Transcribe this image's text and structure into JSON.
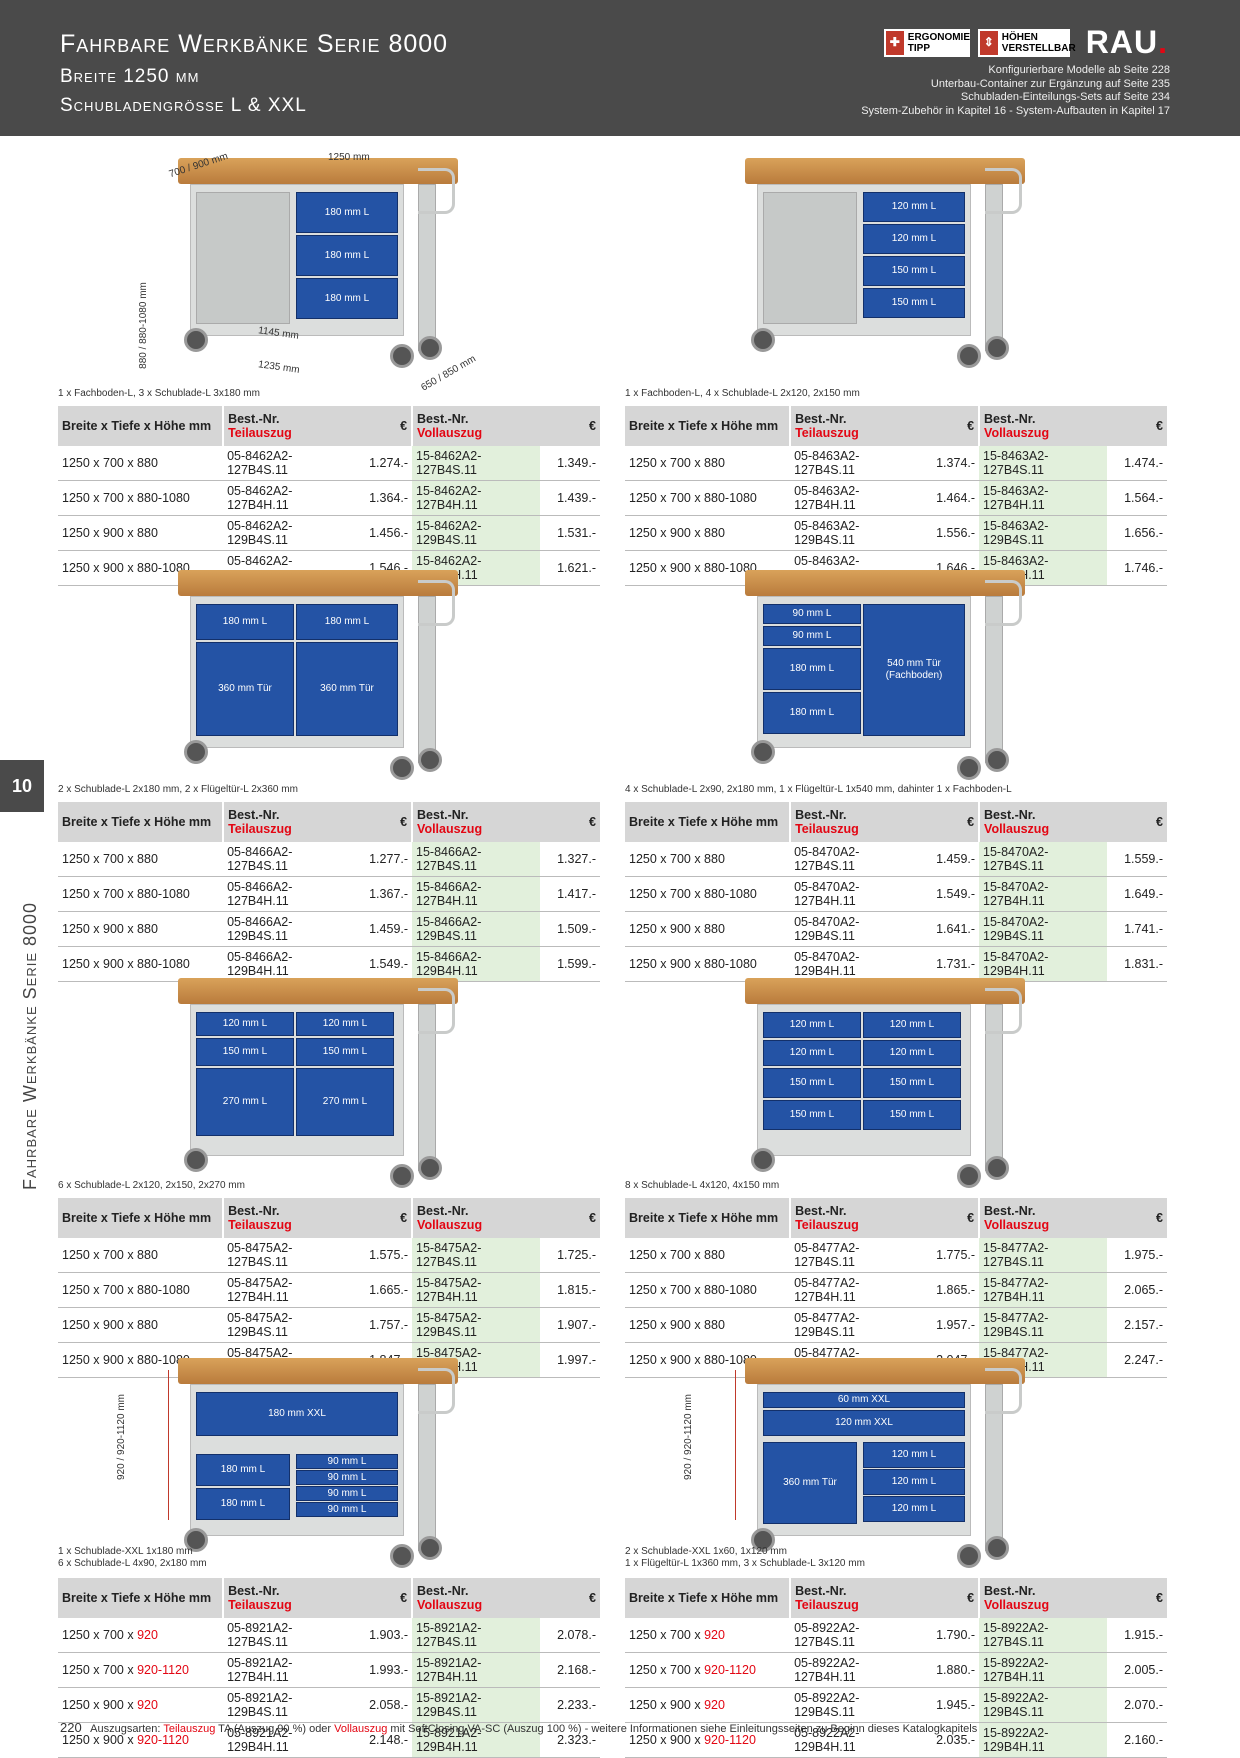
{
  "header": {
    "title": "Fahrbare Werkbänke Serie 8000",
    "subtitle1": "Breite 1250 mm",
    "subtitle2": "Schubladengrösse L & XXL",
    "badge1": "ERGONOMIE TIPP",
    "badge2": "HÖHEN VERSTELLBAR",
    "logo": "RAU",
    "notes": [
      "Konfigurierbare Modelle ab Seite 228",
      "Unterbau-Container zur Ergänzung auf Seite 235",
      "Schubladen-Einteilungs-Sets auf Seite 234",
      "System-Zubehör in Kapitel 16 - System-Aufbauten in Kapitel 17"
    ]
  },
  "side": {
    "tab": "10",
    "text": "Fahrbare Werkbänke Serie 8000"
  },
  "table_headers": {
    "dims": "Breite x Tiefe x Höhe mm",
    "best": "Best.-Nr. ",
    "teil": "Teilauszug",
    "voll": "Vollauszug",
    "euro": "€"
  },
  "dimensions": {
    "w1": "1250 mm",
    "d1": "700 / 900 mm",
    "h1": "880 / 880-1080 mm",
    "i1": "1145 mm",
    "i2": "1235 mm",
    "d2": "650 / 850 mm",
    "h2": "920 / 920-1120 mm"
  },
  "products": [
    {
      "caption": "1 x Fachboden-L, 3 x Schublade-L 3x180 mm",
      "drawers": [
        "180 mm L",
        "180 mm L",
        "180 mm L"
      ],
      "rows": [
        [
          "1250 x 700 x 880",
          "05-8462A2-127B4S.11",
          "1.274.-",
          "15-8462A2-127B4S.11",
          "1.349.-"
        ],
        [
          "1250 x 700 x 880-1080",
          "05-8462A2-127B4H.11",
          "1.364.-",
          "15-8462A2-127B4H.11",
          "1.439.-"
        ],
        [
          "1250 x 900 x 880",
          "05-8462A2-129B4S.11",
          "1.456.-",
          "15-8462A2-129B4S.11",
          "1.531.-"
        ],
        [
          "1250 x 900 x 880-1080",
          "05-8462A2-129B4H.11",
          "1.546.-",
          "15-8462A2-129B4H.11",
          "1.621.-"
        ]
      ]
    },
    {
      "caption": "1 x Fachboden-L, 4 x Schublade-L 2x120, 2x150 mm",
      "drawers": [
        "120 mm L",
        "120 mm L",
        "150 mm L",
        "150 mm L"
      ],
      "rows": [
        [
          "1250 x 700 x 880",
          "05-8463A2-127B4S.11",
          "1.374.-",
          "15-8463A2-127B4S.11",
          "1.474.-"
        ],
        [
          "1250 x 700 x 880-1080",
          "05-8463A2-127B4H.11",
          "1.464.-",
          "15-8463A2-127B4H.11",
          "1.564.-"
        ],
        [
          "1250 x 900 x 880",
          "05-8463A2-129B4S.11",
          "1.556.-",
          "15-8463A2-129B4S.11",
          "1.656.-"
        ],
        [
          "1250 x 900 x 880-1080",
          "05-8463A2-129B4H.11",
          "1.646.-",
          "15-8463A2-129B4H.11",
          "1.746.-"
        ]
      ]
    },
    {
      "caption": "2 x Schublade-L 2x180 mm, 2 x Flügeltür-L 2x360 mm",
      "drawers": [
        "180 mm L",
        "180 mm L",
        "360 mm Tür",
        "360 mm Tür"
      ],
      "rows": [
        [
          "1250 x 700 x 880",
          "05-8466A2-127B4S.11",
          "1.277.-",
          "15-8466A2-127B4S.11",
          "1.327.-"
        ],
        [
          "1250 x 700 x 880-1080",
          "05-8466A2-127B4H.11",
          "1.367.-",
          "15-8466A2-127B4H.11",
          "1.417.-"
        ],
        [
          "1250 x 900 x 880",
          "05-8466A2-129B4S.11",
          "1.459.-",
          "15-8466A2-129B4S.11",
          "1.509.-"
        ],
        [
          "1250 x 900 x 880-1080",
          "05-8466A2-129B4H.11",
          "1.549.-",
          "15-8466A2-129B4H.11",
          "1.599.-"
        ]
      ]
    },
    {
      "caption": "4 x Schublade-L 2x90, 2x180 mm, 1 x Flügeltür-L 1x540 mm, dahinter 1 x Fachboden-L",
      "drawers": [
        "90 mm L",
        "90 mm L",
        "180 mm L",
        "180 mm L",
        "540 mm Tür (Fachboden)"
      ],
      "rows": [
        [
          "1250 x 700 x 880",
          "05-8470A2-127B4S.11",
          "1.459.-",
          "15-8470A2-127B4S.11",
          "1.559.-"
        ],
        [
          "1250 x 700 x 880-1080",
          "05-8470A2-127B4H.11",
          "1.549.-",
          "15-8470A2-127B4H.11",
          "1.649.-"
        ],
        [
          "1250 x 900 x 880",
          "05-8470A2-129B4S.11",
          "1.641.-",
          "15-8470A2-129B4S.11",
          "1.741.-"
        ],
        [
          "1250 x 900 x 880-1080",
          "05-8470A2-129B4H.11",
          "1.731.-",
          "15-8470A2-129B4H.11",
          "1.831.-"
        ]
      ]
    },
    {
      "caption": "6 x Schublade-L 2x120, 2x150, 2x270 mm",
      "drawers": [
        "120 mm L",
        "150 mm L",
        "270 mm L",
        "120 mm L",
        "150 mm L",
        "270 mm L"
      ],
      "rows": [
        [
          "1250 x 700 x 880",
          "05-8475A2-127B4S.11",
          "1.575.-",
          "15-8475A2-127B4S.11",
          "1.725.-"
        ],
        [
          "1250 x 700 x 880-1080",
          "05-8475A2-127B4H.11",
          "1.665.-",
          "15-8475A2-127B4H.11",
          "1.815.-"
        ],
        [
          "1250 x 900 x 880",
          "05-8475A2-129B4S.11",
          "1.757.-",
          "15-8475A2-129B4S.11",
          "1.907.-"
        ],
        [
          "1250 x 900 x 880-1080",
          "05-8475A2-129B4H.11",
          "1.847.-",
          "15-8475A2-129B4H.11",
          "1.997.-"
        ]
      ]
    },
    {
      "caption": "8 x Schublade-L 4x120, 4x150 mm",
      "drawers": [
        "120 mm L",
        "120 mm L",
        "150 mm L",
        "150 mm L",
        "120 mm L",
        "120 mm L",
        "150 mm L",
        "150 mm L"
      ],
      "rows": [
        [
          "1250 x 700 x 880",
          "05-8477A2-127B4S.11",
          "1.775.-",
          "15-8477A2-127B4S.11",
          "1.975.-"
        ],
        [
          "1250 x 700 x 880-1080",
          "05-8477A2-127B4H.11",
          "1.865.-",
          "15-8477A2-127B4H.11",
          "2.065.-"
        ],
        [
          "1250 x 900 x 880",
          "05-8477A2-129B4S.11",
          "1.957.-",
          "15-8477A2-129B4S.11",
          "2.157.-"
        ],
        [
          "1250 x 900 x 880-1080",
          "05-8477A2-129B4H.11",
          "2.047.-",
          "15-8477A2-129B4H.11",
          "2.247.-"
        ]
      ]
    },
    {
      "caption": "1 x Schublade-XXL 1x180 mm",
      "caption2": "6 x Schublade-L 4x90, 2x180 mm",
      "drawers": [
        "180 mm XXL",
        "180 mm L",
        "180 mm L",
        "90 mm L",
        "90 mm L",
        "90 mm L",
        "90 mm L"
      ],
      "rows": [
        [
          "1250 x 700 x ",
          "920",
          "05-8921A2-127B4S.11",
          "1.903.-",
          "15-8921A2-127B4S.11",
          "2.078.-"
        ],
        [
          "1250 x 700 x ",
          "920-1120",
          "05-8921A2-127B4H.11",
          "1.993.-",
          "15-8921A2-127B4H.11",
          "2.168.-"
        ],
        [
          "1250 x 900 x ",
          "920",
          "05-8921A2-129B4S.11",
          "2.058.-",
          "15-8921A2-129B4S.11",
          "2.233.-"
        ],
        [
          "1250 x 900 x ",
          "920-1120",
          "05-8921A2-129B4H.11",
          "2.148.-",
          "15-8921A2-129B4H.11",
          "2.323.-"
        ]
      ]
    },
    {
      "caption": "2 x Schublade-XXL 1x60, 1x120 mm",
      "caption2": "1 x Flügeltür-L 1x360 mm, 3 x Schublade-L 3x120 mm",
      "drawers": [
        "60 mm XXL",
        "120 mm XXL",
        "360 mm Tür",
        "120 mm L",
        "120 mm L",
        "120 mm L"
      ],
      "rows": [
        [
          "1250 x 700 x ",
          "920",
          "05-8922A2-127B4S.11",
          "1.790.-",
          "15-8922A2-127B4S.11",
          "1.915.-"
        ],
        [
          "1250 x 700 x ",
          "920-1120",
          "05-8922A2-127B4H.11",
          "1.880.-",
          "15-8922A2-127B4H.11",
          "2.005.-"
        ],
        [
          "1250 x 900 x ",
          "920",
          "05-8922A2-129B4S.11",
          "1.945.-",
          "15-8922A2-129B4S.11",
          "2.070.-"
        ],
        [
          "1250 x 900 x ",
          "920-1120",
          "05-8922A2-129B4H.11",
          "2.035.-",
          "15-8922A2-129B4H.11",
          "2.160.-"
        ]
      ]
    }
  ],
  "footer": {
    "page": "220",
    "pre": "Auszugsarten: ",
    "teil": "Teilauszug",
    "mid": " TA (Auszug 90 %)  oder  ",
    "voll": "Vollauszug",
    "post": " mit SoftClosing VA-SC (Auszug 100 %) -  weitere Informationen siehe Einleitungsseiten zu Beginn dieses Katalogkapitels"
  }
}
